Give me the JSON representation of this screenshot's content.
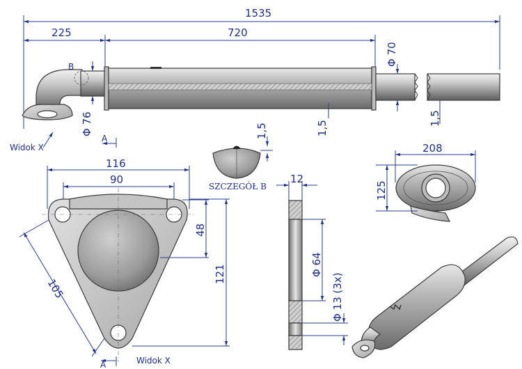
{
  "labels": {
    "total_length": "1535",
    "left_length": "225",
    "body_length": "720",
    "dia_70": "Φ 70",
    "dia_76": "Φ 76",
    "wall_1": "1,5",
    "wall_2": "1,5",
    "wall_3": "1,5",
    "detail_b": "B",
    "section_a_top": "A",
    "section_a_bottom": "A",
    "view_x_top": "Widok X",
    "view_x_bottom": "Widok X",
    "detail_title": "SZCZEGÓŁ B",
    "flange_width": "116",
    "flange_hole_span": "90",
    "flange_side": "105",
    "flange_height": "121",
    "flange_offset": "48",
    "flange_thickness": "12",
    "flange_bore": "Φ 64",
    "hole_dia": "Φ 13 (3x)",
    "oval_width": "208",
    "oval_height": "125"
  },
  "colors": {
    "dimension": "#1f2f86",
    "steel_light": "#d9d9d9",
    "steel_dark": "#7a7a7a"
  }
}
